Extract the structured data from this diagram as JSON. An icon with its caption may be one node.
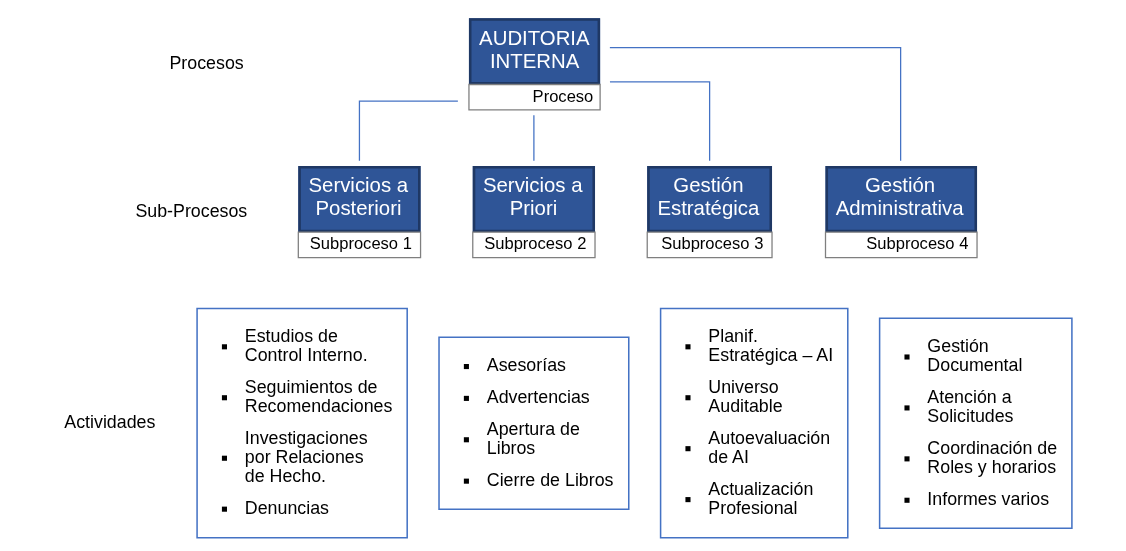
{
  "diagram": {
    "nodes": [
      {
        "text": [
          "AUDITORIA INTERNA",
          "Proceso"
        ]
      },
      {
        "text": [
          "Servicios a Posteriori",
          "Subproceso 1"
        ]
      },
      {
        "text": [
          "Servicios a Priori",
          "Subproceso 2"
        ]
      },
      {
        "text": [
          "Gestión Estratégica",
          "Subproceso 3"
        ]
      },
      {
        "text": [
          "Gestión Administrativa",
          "Subproceso 4"
        ]
      },
      {
        "text": [
          "Estudios de Control Interno.",
          "Seguimientos de Recomendaciones",
          "Investigaciones por Relaciones de Hecho.",
          "Denuncias"
        ]
      },
      {
        "text": [
          "Asesorías",
          "Advertencias",
          "Apertura de Libros",
          "Cierre de Libros"
        ]
      },
      {
        "text": [
          "Planif. Estratégica – AI",
          "Universo Auditable",
          "Autoevaluación de AI",
          "Actualización Profesional"
        ]
      },
      {
        "text": [
          "Gestión Documental",
          "Atención a Solicitudes",
          "Coordinación de Roles y horarios",
          "Informes varios"
        ]
      }
    ],
    "edges": [
      {
        "from": 0,
        "to": 1,
        "arrow": "none"
      },
      {
        "from": 0,
        "to": 2,
        "arrow": "none"
      },
      {
        "from": 0,
        "to": 3,
        "arrow": "none"
      },
      {
        "from": 0,
        "to": 4,
        "arrow": "none"
      }
    ],
    "labels": [
      "Procesos",
      "Sub-Procesos",
      "Actividades"
    ]
  }
}
